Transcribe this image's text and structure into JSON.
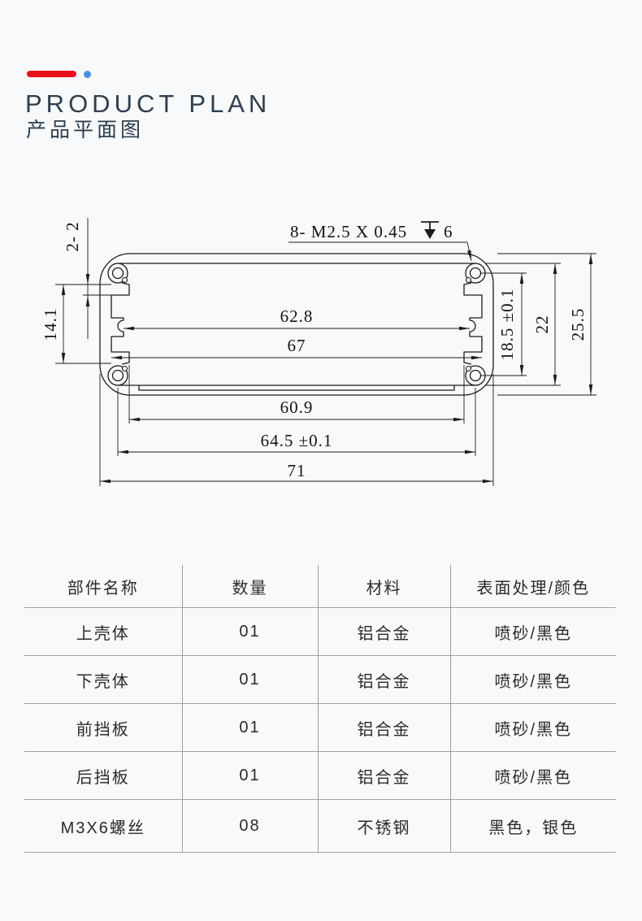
{
  "header": {
    "title_en": "PRODUCT PLAN",
    "title_zh": "产品平面图",
    "accent_red": "#e8101a",
    "accent_blue": "#4a90e2",
    "title_color": "#2e3e4e"
  },
  "drawing": {
    "thread_note": "8- M2.5 X 0.45",
    "thread_depth_value": "6",
    "depth_symbol": "depth-symbol",
    "section_label": "2- 2",
    "dims": {
      "left_slot_height": "14.1",
      "inner_width_upper": "62.8",
      "inner_width_lower": "67",
      "hole_spacing_vertical": "18.5 ±0.1",
      "inner_height": "22",
      "outer_height": "25.5",
      "bottom_width_inner": "60.9",
      "hole_spacing_horizontal": "64.5 ±0.1",
      "outer_width": "71"
    },
    "line_color": "#1b1b1b"
  },
  "parts_table": {
    "headers": [
      "部件名称",
      "数量",
      "材料",
      "表面处理/颜色"
    ],
    "rows": [
      [
        "上壳体",
        "01",
        "铝合金",
        "喷砂/黑色"
      ],
      [
        "下壳体",
        "01",
        "铝合金",
        "喷砂/黑色"
      ],
      [
        "前挡板",
        "01",
        "铝合金",
        "喷砂/黑色"
      ],
      [
        "后挡板",
        "01",
        "铝合金",
        "喷砂/黑色"
      ],
      [
        "M3X6螺丝",
        "08",
        "不锈钢",
        "黑色，银色"
      ]
    ],
    "border_color": "#9ca0a4"
  }
}
